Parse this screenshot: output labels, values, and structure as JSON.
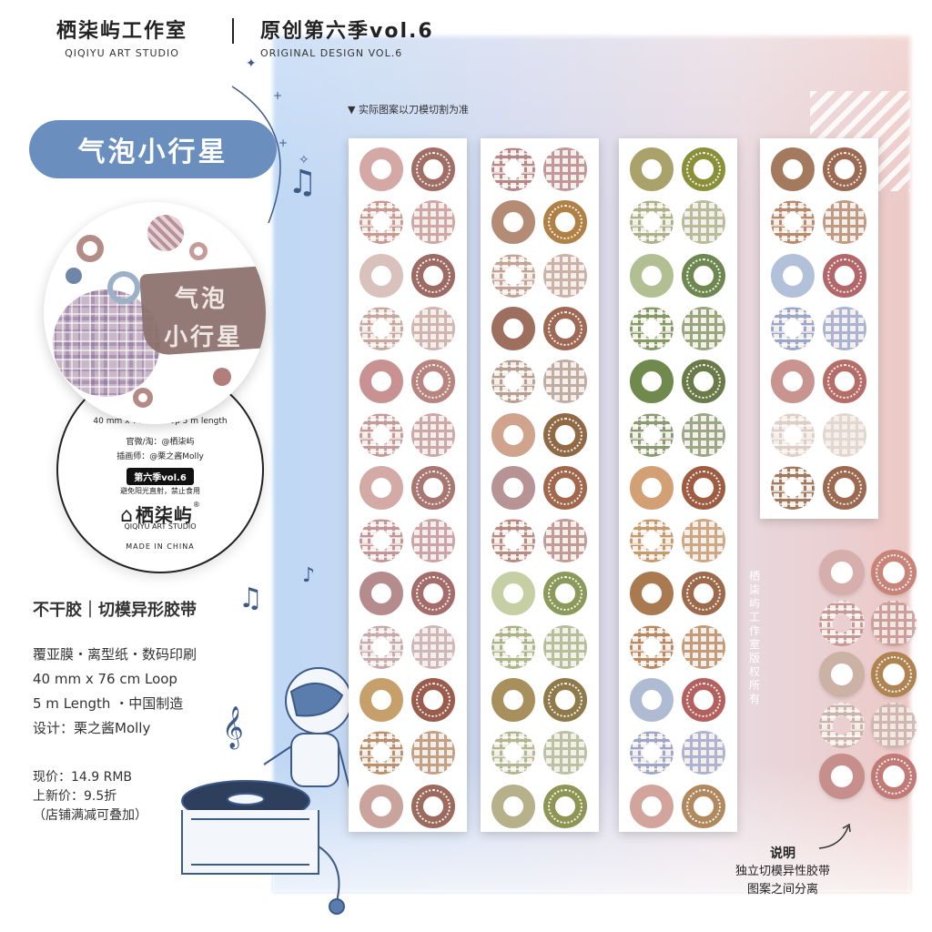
{
  "header": {
    "brand_cn": "栖柒屿工作室",
    "brand_en": "QIQIYU ART STUDIO",
    "series_cn": "原创第六季vol.6",
    "series_en": "ORIGINAL DESIGN VOL.6"
  },
  "product_title": "气泡小行星",
  "label_disc": {
    "brush_line1": "气泡",
    "brush_line2": "小行星",
    "size_line": "40 mm x 76 cm Loop   5 m length",
    "official": "官微/淘：@栖柒屿",
    "illustrator": "插画师：@栗之酱Molly",
    "season_badge": "第六季vol.6",
    "warning": "避免阳光直射，禁止食用",
    "logo": "栖柒屿",
    "logo_en": "QIQIYU ART STUDIO",
    "made_in": "MADE IN CHINA"
  },
  "info": {
    "type": "不干胶｜切模异形胶带",
    "spec_1": "覆亚膜・离型纸・数码印刷",
    "spec_2": "40 mm x 76 cm Loop",
    "spec_3": "5 m Length ・中国制造",
    "spec_4": "设计：栗之酱Molly",
    "price": "现价：14.9 RMB",
    "new_price": "上新价：9.5折",
    "discount_note": "（店铺满减可叠加）"
  },
  "cut_note": "▼ 实际图案以刀模切割为准",
  "copyright_vertical": "栖柒屿工作室版权所有",
  "explain": {
    "title": "说明",
    "line1": "独立切模异性胶带",
    "line2": "图案之间分离"
  },
  "colors": {
    "accent_blue": "#6a8fbf",
    "mauve": "#c9a4a2",
    "brown": "#9a6a55",
    "olive": "#8a9a5a",
    "caramel": "#b98a5a"
  },
  "strips": [
    {
      "rows": [
        [
          "plain",
          "#d4a9a5"
        ],
        [
          "dot",
          "#a16e66"
        ],
        [
          "plaid",
          "#c79a96"
        ],
        [
          "plaidd",
          "#c79a96"
        ],
        [
          "plain",
          "#d8c2bb"
        ],
        [
          "dot",
          "#9d6b63"
        ],
        [
          "plaid",
          "#c7a7a2"
        ],
        [
          "plaidd",
          "#c7a7a2"
        ],
        [
          "plain",
          "#c99292"
        ],
        [
          "dot",
          "#b8847f"
        ],
        [
          "plaid",
          "#c59a9c"
        ],
        [
          "plaidd",
          "#c59a9c"
        ],
        [
          "plain",
          "#d3aaa5"
        ],
        [
          "dot",
          "#a97772"
        ],
        [
          "plaid",
          "#c4949a"
        ],
        [
          "plaidd",
          "#c4949a"
        ],
        [
          "plain",
          "#b58b8d"
        ],
        [
          "dot",
          "#a46c6a"
        ],
        [
          "plaid",
          "#c7aab0"
        ],
        [
          "plaidd",
          "#c7aab0"
        ],
        [
          "plain",
          "#c69f6a"
        ],
        [
          "dot",
          "#9a5d4d"
        ],
        [
          "plaid",
          "#b9916f"
        ],
        [
          "plaidd",
          "#b9916f"
        ],
        [
          "plain",
          "#c9a39c"
        ],
        [
          "dot",
          "#9d6b5d"
        ]
      ]
    },
    {
      "rows": [
        [
          "plaid",
          "#b78689"
        ],
        [
          "plaidd",
          "#b78689"
        ],
        [
          "plain",
          "#b48c75"
        ],
        [
          "dot",
          "#b08044"
        ],
        [
          "plaid",
          "#c2a497"
        ],
        [
          "plaidd",
          "#c2a497"
        ],
        [
          "plain",
          "#9e6f5e"
        ],
        [
          "dot",
          "#9f6a55"
        ],
        [
          "plaid",
          "#b79e92"
        ],
        [
          "plaidd",
          "#b79e92"
        ],
        [
          "plain",
          "#cfa38c"
        ],
        [
          "dot",
          "#8f6a45"
        ],
        [
          "plain",
          "#b89396"
        ],
        [
          "dot",
          "#a2684e"
        ],
        [
          "plaid",
          "#b88a84"
        ],
        [
          "plaidd",
          "#b88a84"
        ],
        [
          "plain",
          "#c6cfa3"
        ],
        [
          "dot",
          "#8b9a5a"
        ],
        [
          "plaid",
          "#a9b487"
        ],
        [
          "plaidd",
          "#a9b487"
        ],
        [
          "plain",
          "#a8905d"
        ],
        [
          "dot",
          "#8e7a4a"
        ],
        [
          "plaid",
          "#b0b891"
        ],
        [
          "plaidd",
          "#b0b891"
        ],
        [
          "plain",
          "#b6b08b"
        ],
        [
          "dot",
          "#8f9554"
        ]
      ]
    },
    {
      "rows": [
        [
          "plain",
          "#a9a26a"
        ],
        [
          "dot",
          "#8a8f3a"
        ],
        [
          "plaid",
          "#aab287"
        ],
        [
          "plaidd",
          "#aab287"
        ],
        [
          "plain",
          "#b1bf92"
        ],
        [
          "dot",
          "#6f8750"
        ],
        [
          "plaid",
          "#849a65"
        ],
        [
          "plaidd",
          "#849a65"
        ],
        [
          "plain",
          "#6f8a4c"
        ],
        [
          "dot",
          "#6a7a48"
        ],
        [
          "plaid",
          "#8a9a72"
        ],
        [
          "plaidd",
          "#8a9a72"
        ],
        [
          "plain",
          "#d3a075"
        ],
        [
          "dot",
          "#9e5c43"
        ],
        [
          "plaid",
          "#c69a6d"
        ],
        [
          "plaidd",
          "#c69a6d"
        ],
        [
          "plain",
          "#a9794f"
        ],
        [
          "dot",
          "#9e6a4c"
        ],
        [
          "plaid",
          "#b98a62"
        ],
        [
          "plaidd",
          "#b98a62"
        ],
        [
          "plain",
          "#aebbd3"
        ],
        [
          "dot",
          "#b3615f"
        ],
        [
          "plaid",
          "#9fa6c8"
        ],
        [
          "plaidd",
          "#9fa6c8"
        ],
        [
          "plain",
          "#d3a49c"
        ],
        [
          "dot",
          "#b08a5e"
        ]
      ]
    },
    {
      "rows": [
        [
          "plain",
          "#a37a5e"
        ],
        [
          "dot",
          "#9b6a52"
        ],
        [
          "plaid",
          "#b7896d"
        ],
        [
          "plaidd",
          "#b7896d"
        ],
        [
          "plain",
          "#b2c0d9"
        ],
        [
          "dot",
          "#b4676a"
        ],
        [
          "plaid",
          "#9aa7c9"
        ],
        [
          "plaidd",
          "#9aa7c9"
        ],
        [
          "plain",
          "#c9948f"
        ],
        [
          "dot",
          "#b66d68"
        ],
        [
          "plaid",
          "#ddcfc7"
        ],
        [
          "plaidd",
          "#ddcfc7"
        ],
        [
          "plaid",
          "#9f7a5e"
        ],
        [
          "dot",
          "#9c6a50"
        ]
      ]
    }
  ]
}
